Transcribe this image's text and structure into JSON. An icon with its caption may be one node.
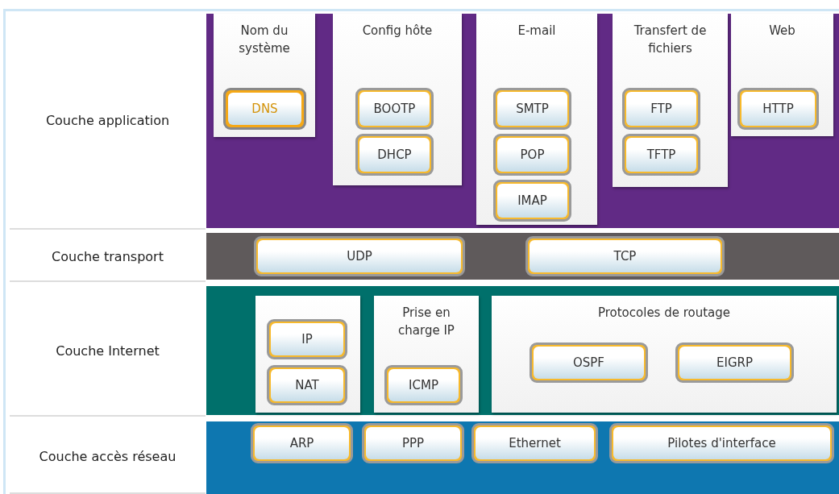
{
  "diagram": {
    "nodes": [
      {
        "text": [
          "Couche application"
        ]
      },
      {
        "text": [],
        "shape": "box"
      },
      {
        "text": [
          "Nom du système"
        ],
        "in": 1
      },
      {
        "text": [
          "DNS"
        ],
        "in": 2
      },
      {
        "text": [
          "Config hôte"
        ],
        "in": 1
      },
      {
        "text": [
          "BOOTP"
        ],
        "in": 4
      },
      {
        "text": [
          "DHCP"
        ],
        "in": 4
      },
      {
        "text": [
          "E-mail"
        ],
        "in": 1
      },
      {
        "text": [
          "SMTP"
        ],
        "in": 7
      },
      {
        "text": [
          "POP"
        ],
        "in": 7
      },
      {
        "text": [
          "IMAP"
        ],
        "in": 7
      },
      {
        "text": [
          "Transfert de fichiers"
        ],
        "in": 1
      },
      {
        "text": [
          "FTP"
        ],
        "in": 11
      },
      {
        "text": [
          "TFTP"
        ],
        "in": 11
      },
      {
        "text": [
          "Web"
        ],
        "in": 1
      },
      {
        "text": [
          "HTTP"
        ],
        "in": 14
      },
      {
        "text": [
          "Couche transport"
        ]
      },
      {
        "text": [],
        "shape": "box"
      },
      {
        "text": [
          "UDP"
        ],
        "in": 17
      },
      {
        "text": [
          "TCP"
        ],
        "in": 17
      },
      {
        "text": [
          "Couche Internet"
        ]
      },
      {
        "text": [],
        "shape": "box"
      },
      {
        "text": [],
        "shape": "box",
        "in": 21
      },
      {
        "text": [
          "IP"
        ],
        "in": 22
      },
      {
        "text": [
          "NAT"
        ],
        "in": 22
      },
      {
        "text": [
          "Prise en charge IP"
        ],
        "in": 21
      },
      {
        "text": [
          "ICMP"
        ],
        "in": 25
      },
      {
        "text": [
          "Protocoles de routage"
        ],
        "in": 21
      },
      {
        "text": [
          "OSPF"
        ],
        "in": 27
      },
      {
        "text": [
          "EIGRP"
        ],
        "in": 27
      },
      {
        "text": [
          "Couche accès réseau"
        ]
      },
      {
        "text": [],
        "shape": "box"
      },
      {
        "text": [
          "ARP"
        ],
        "in": 31
      },
      {
        "text": [
          "PPP"
        ],
        "in": 31
      },
      {
        "text": [
          "Ethernet"
        ],
        "in": 31
      },
      {
        "text": [
          "Pilotes d'interface"
        ],
        "in": 31
      }
    ]
  }
}
